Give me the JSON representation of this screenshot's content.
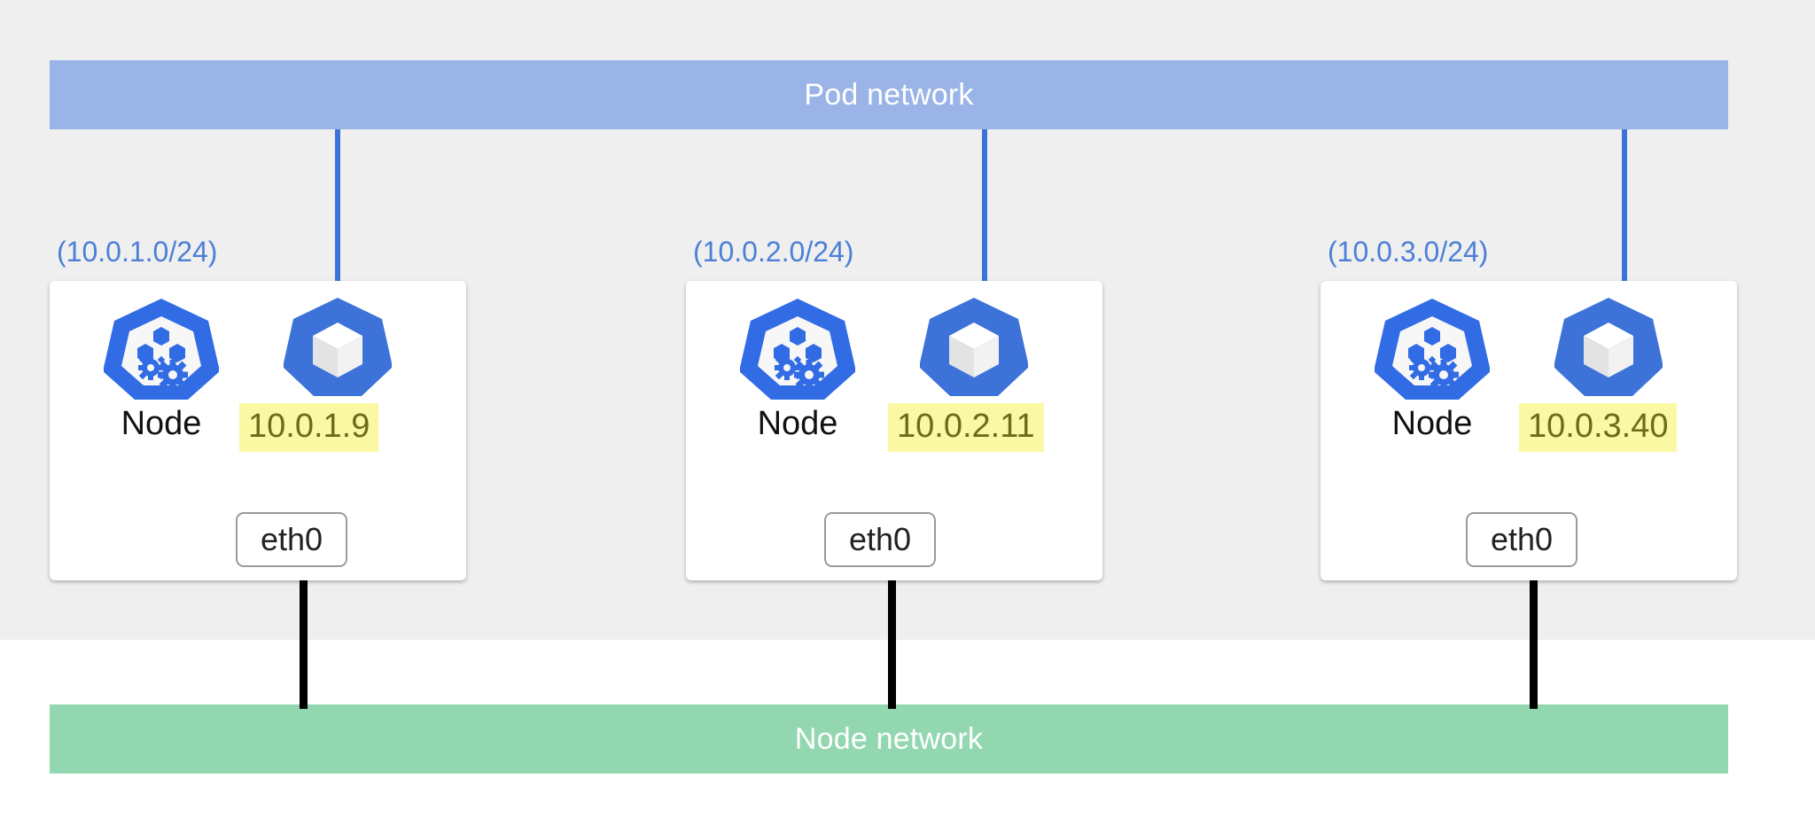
{
  "diagram": {
    "title": "Kubernetes pod and node network diagram",
    "colors": {
      "pod_network_band": "#9ab4e7",
      "node_network_band": "#93d7b0",
      "pod_link_line": "#3d73d9",
      "eth_cable": "#000000",
      "cidr_text": "#4c7fd6",
      "ip_highlight_bg": "#fbf8a4",
      "ip_text": "#6d6a1c",
      "card_bg": "#ffffff",
      "canvas_bg_upper": "#efefef",
      "canvas_bg_lower": "#ffffff",
      "k8s_blue": "#326ce5"
    }
  },
  "pod_network": {
    "label": "Pod network"
  },
  "node_network": {
    "label": "Node network"
  },
  "nodes": [
    {
      "cidr": "(10.0.1.0/24)",
      "node_label": "Node",
      "pod_ip": "10.0.1.9",
      "interface": "eth0",
      "node_icon": "kubernetes-logo-icon",
      "pod_icon": "pod-cube-icon"
    },
    {
      "cidr": "(10.0.2.0/24)",
      "node_label": "Node",
      "pod_ip": "10.0.2.11",
      "interface": "eth0",
      "node_icon": "kubernetes-logo-icon",
      "pod_icon": "pod-cube-icon"
    },
    {
      "cidr": "(10.0.3.0/24)",
      "node_label": "Node",
      "pod_ip": "10.0.3.40",
      "interface": "eth0",
      "node_icon": "kubernetes-logo-icon",
      "pod_icon": "pod-cube-icon"
    }
  ]
}
